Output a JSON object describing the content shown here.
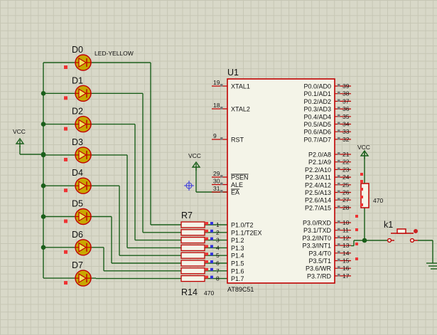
{
  "schematic": {
    "leds": [
      {
        "ref": "D0",
        "port": "P1.0/T2",
        "pin": "1"
      },
      {
        "ref": "D1",
        "port": "P1.1/T2EX",
        "pin": "2"
      },
      {
        "ref": "D2",
        "port": "P1.2",
        "pin": "3"
      },
      {
        "ref": "D3",
        "port": "P1.3",
        "pin": "4"
      },
      {
        "ref": "D4",
        "port": "P1.4",
        "pin": "5"
      },
      {
        "ref": "D5",
        "port": "P1.5",
        "pin": "6"
      },
      {
        "ref": "D6",
        "port": "P1.6",
        "pin": "7"
      },
      {
        "ref": "D7",
        "port": "P1.7",
        "pin": "8"
      }
    ],
    "led_value": "LED-YELLOW",
    "vcc_label": "VCC",
    "chip": {
      "ref": "U1",
      "part": "AT89C51",
      "left_top": [
        {
          "name": "XTAL1",
          "pin": "19"
        },
        {
          "name": "XTAL2",
          "pin": "18"
        },
        {
          "name": "RST",
          "pin": "9"
        }
      ],
      "left_mid": [
        {
          "name": "PSEN",
          "pin": "29"
        },
        {
          "name": "ALE",
          "pin": "30"
        },
        {
          "name": "EA",
          "pin": "31"
        }
      ],
      "port0": [
        {
          "name": "P0.0/AD0",
          "pin": "39"
        },
        {
          "name": "P0.1/AD1",
          "pin": "38"
        },
        {
          "name": "P0.2/AD2",
          "pin": "37"
        },
        {
          "name": "P0.3/AD3",
          "pin": "36"
        },
        {
          "name": "P0.4/AD4",
          "pin": "35"
        },
        {
          "name": "P0.5/AD5",
          "pin": "34"
        },
        {
          "name": "P0.6/AD6",
          "pin": "33"
        },
        {
          "name": "P0.7/AD7",
          "pin": "32"
        }
      ],
      "port2": [
        {
          "name": "P2.0/A8",
          "pin": "21"
        },
        {
          "name": "P2.1/A9",
          "pin": "22"
        },
        {
          "name": "P2.2/A10",
          "pin": "23"
        },
        {
          "name": "P2.3/A11",
          "pin": "24"
        },
        {
          "name": "P2.4/A12",
          "pin": "25"
        },
        {
          "name": "P2.5/A13",
          "pin": "26"
        },
        {
          "name": "P2.6/A14",
          "pin": "27"
        },
        {
          "name": "P2.7/A15",
          "pin": "28"
        }
      ],
      "port3": [
        {
          "name": "P3.0/RXD",
          "pin": "10"
        },
        {
          "name": "P3.1/TXD",
          "pin": "11"
        },
        {
          "name": "P3.2/INT0",
          "pin": "12"
        },
        {
          "name": "P3.3/INT1",
          "pin": "13"
        },
        {
          "name": "P3.4/T0",
          "pin": "14"
        },
        {
          "name": "P3.5/T1",
          "pin": "15"
        },
        {
          "name": "P3.6/WR",
          "pin": "16"
        },
        {
          "name": "P3.7/RD",
          "pin": "17"
        }
      ]
    },
    "resistor_network": {
      "ref_top": "R7",
      "ref_bottom": "R14",
      "value": "470"
    },
    "pullup": {
      "value": "470"
    },
    "switch": {
      "ref": "k1"
    },
    "colors": {
      "wire": "#1a5e1a",
      "body": "#c00000",
      "led_fill": "#c8a800",
      "chip_fill": "#f4f4e8",
      "pin_marker": "#3333dd",
      "marker_red": "#ee3333"
    }
  }
}
